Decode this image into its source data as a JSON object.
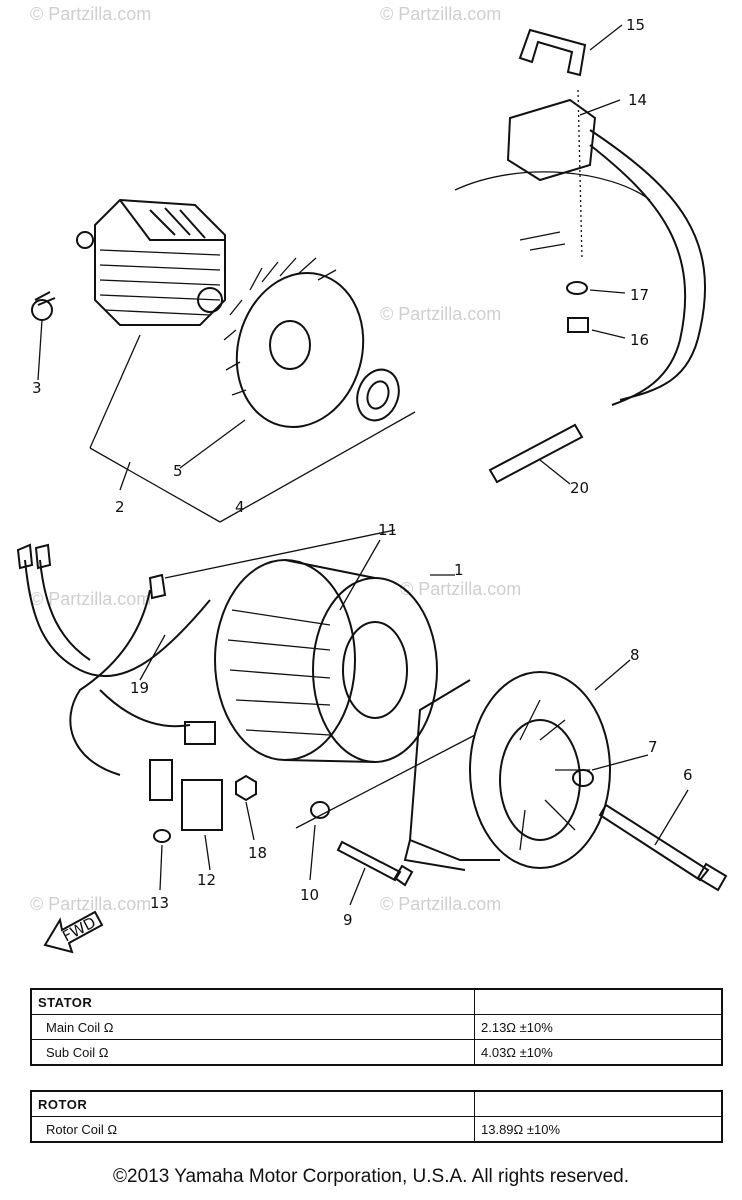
{
  "watermark": "© Partzilla.com",
  "callouts": [
    "1",
    "2",
    "3",
    "4",
    "5",
    "6",
    "7",
    "8",
    "9",
    "10",
    "11",
    "12",
    "13",
    "14",
    "15",
    "16",
    "17",
    "18",
    "19",
    "20"
  ],
  "fwd_label": "FWD",
  "stator_table": {
    "title": "STATOR",
    "rows": [
      {
        "label": "Main Coil Ω",
        "value": "2.13Ω ±10%"
      },
      {
        "label": "Sub Coil Ω",
        "value": "4.03Ω ±10%"
      }
    ]
  },
  "rotor_table": {
    "title": "ROTOR",
    "rows": [
      {
        "label": "Rotor Coil Ω",
        "value": "13.89Ω ±10%"
      }
    ]
  },
  "copyright": "©2013 Yamaha Motor Corporation, U.S.A. All rights reserved."
}
